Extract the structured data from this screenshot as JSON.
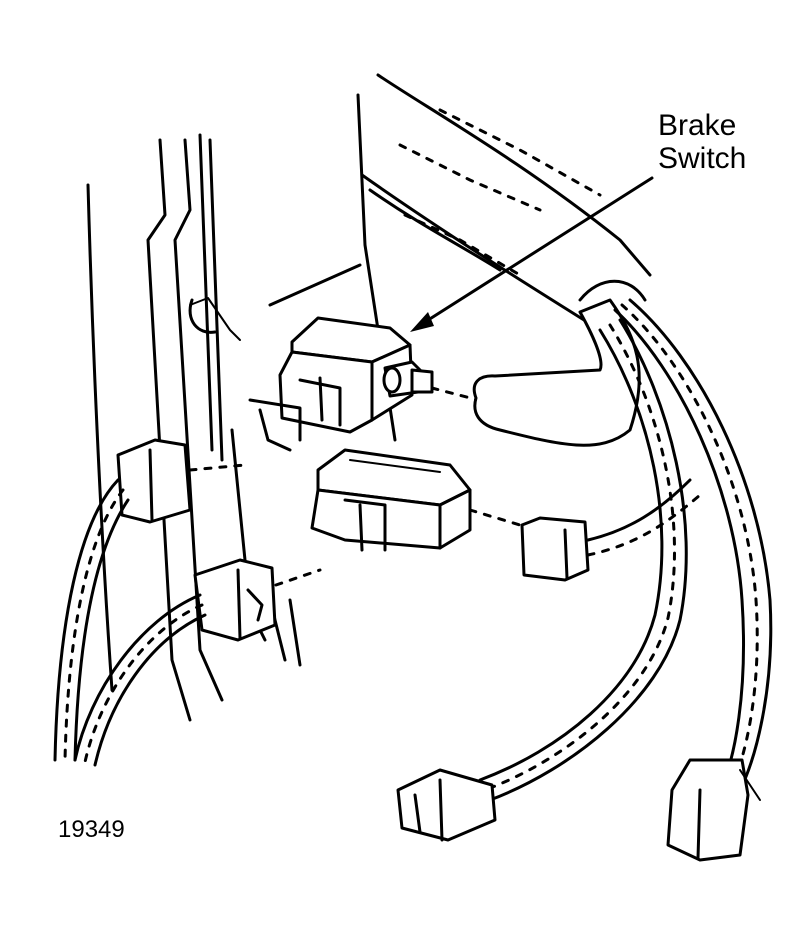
{
  "callout": {
    "line1": "Brake",
    "line2": "Switch"
  },
  "figure_number": "19349",
  "colors": {
    "ink": "#000000",
    "paper": "#ffffff"
  }
}
